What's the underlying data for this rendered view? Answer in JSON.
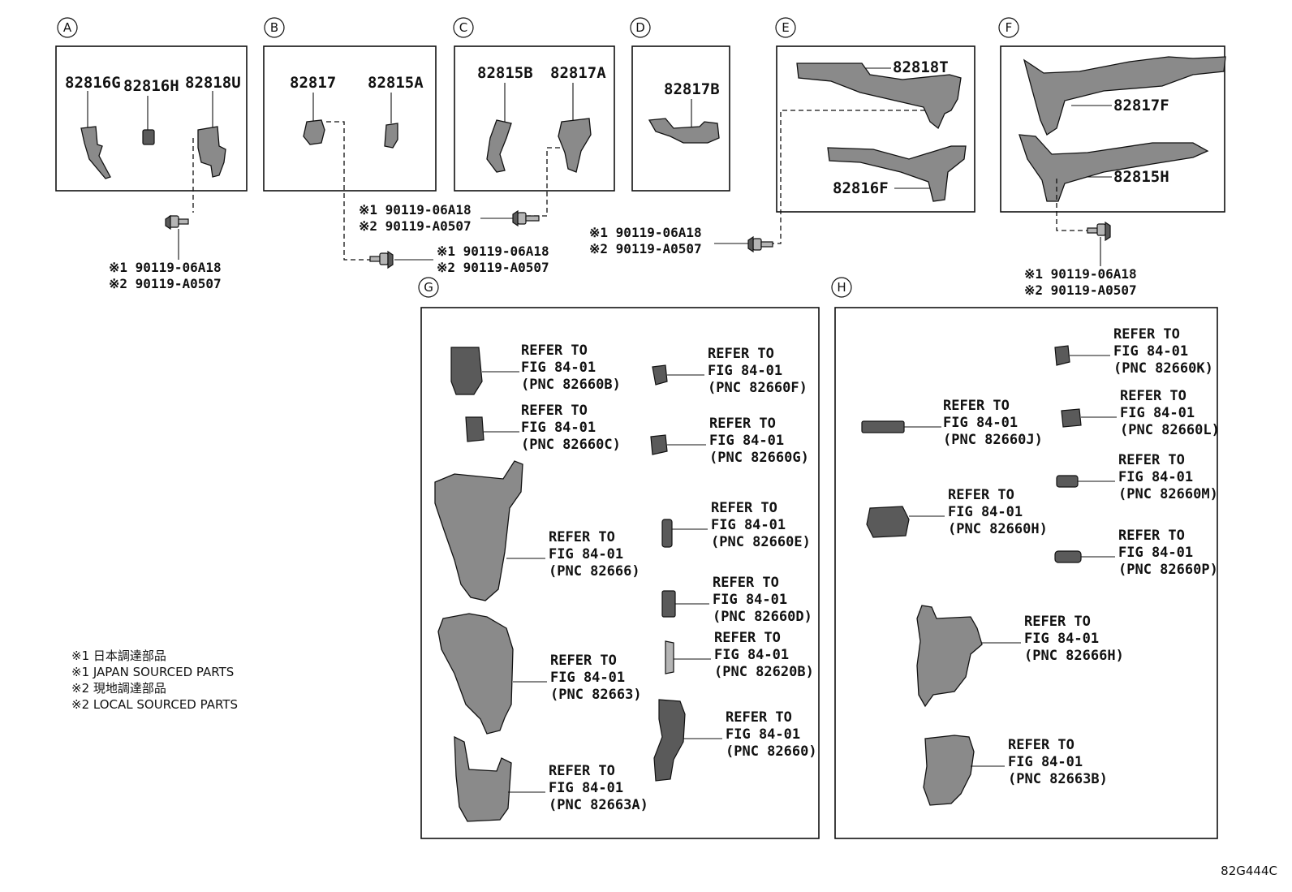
{
  "boxes": [
    {
      "id": "A",
      "parts": [
        "82816G",
        "82816H",
        "82818U"
      ]
    },
    {
      "id": "B",
      "parts": [
        "82817",
        "82815A"
      ]
    },
    {
      "id": "C",
      "parts": [
        "82815B",
        "82817A"
      ]
    },
    {
      "id": "D",
      "parts": [
        "82817B"
      ]
    },
    {
      "id": "E",
      "parts": [
        "82818T",
        "82816F"
      ]
    },
    {
      "id": "F",
      "parts": [
        "82817F",
        "82815H"
      ]
    },
    {
      "id": "G"
    },
    {
      "id": "H"
    }
  ],
  "bolt": {
    "line1": "※1 90119-06A18",
    "line2": "※2 90119-A0507"
  },
  "refer": {
    "line1": "REFER TO",
    "line2": "FIG 84-01",
    "g": [
      "(PNC 82660B)",
      "(PNC 82660C)",
      "(PNC 82666)",
      "(PNC 82663)",
      "(PNC 82663A)",
      "(PNC 82660F)",
      "(PNC 82660G)",
      "(PNC 82660E)",
      "(PNC 82660D)",
      "(PNC 82620B)",
      "(PNC 82660)"
    ],
    "h": [
      "(PNC 82660K)",
      "(PNC 82660J)",
      "(PNC 82660L)",
      "(PNC 82660M)",
      "(PNC 82660H)",
      "(PNC 82660P)",
      "(PNC 82666H)",
      "(PNC 82663B)"
    ]
  },
  "notes": [
    "※1 日本調達部品",
    "※1 JAPAN SOURCED PARTS",
    "※2 現地調達部品",
    "※2 LOCAL SOURCED PARTS"
  ],
  "figure_code": "82G444C"
}
